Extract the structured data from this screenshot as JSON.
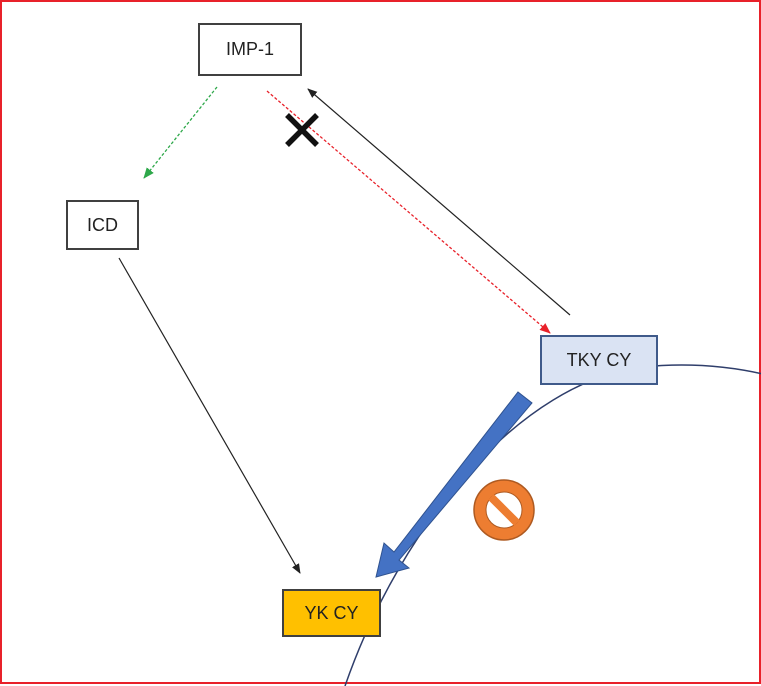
{
  "nodes": {
    "imp1": "IMP-1",
    "icd": "ICD",
    "tky": "TKY CY",
    "yk": "YK CY"
  },
  "colors": {
    "frame_border": "#e8212a",
    "green_arrow": "#2ea84a",
    "red_arrow": "#e8212a",
    "black_arrow": "#222222",
    "blue_arrow": "#4472c4",
    "prohibit": "#ed7d31",
    "membrane": "#2f3e6b",
    "tky_fill": "#dae3f3",
    "yk_fill": "#ffc000"
  },
  "icons": {
    "blocked": "x-mark-icon",
    "prohibited": "prohibition-icon"
  }
}
